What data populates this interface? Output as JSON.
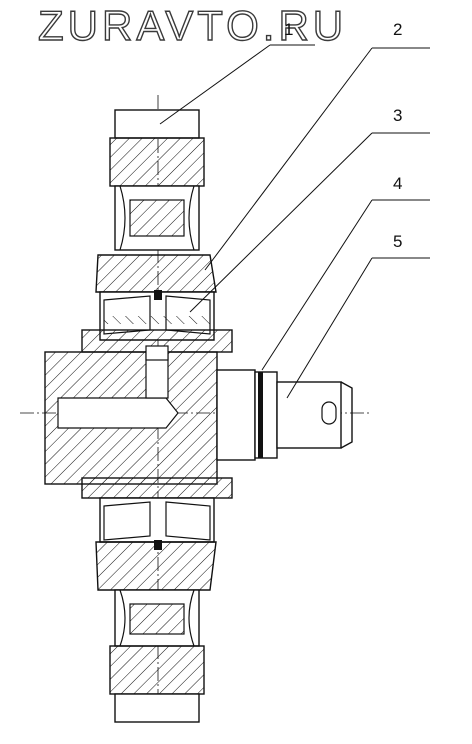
{
  "watermark": "ZURAVTO.RU",
  "callouts": [
    "1",
    "2",
    "3",
    "4",
    "5"
  ],
  "colors": {
    "line": "#111111",
    "background": "#ffffff"
  }
}
